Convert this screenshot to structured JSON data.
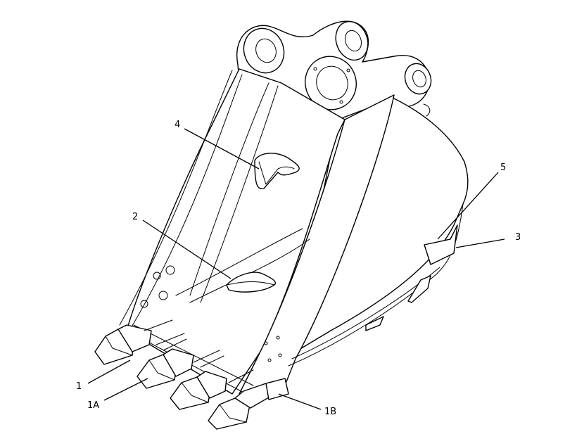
{
  "callouts": [
    {
      "id": "c4",
      "label": "4"
    },
    {
      "id": "c5",
      "label": "5"
    },
    {
      "id": "c3",
      "label": "3"
    },
    {
      "id": "c2",
      "label": "2"
    },
    {
      "id": "c1",
      "label": "1"
    },
    {
      "id": "c1a",
      "label": "1A"
    },
    {
      "id": "c1b",
      "label": "1B"
    }
  ]
}
